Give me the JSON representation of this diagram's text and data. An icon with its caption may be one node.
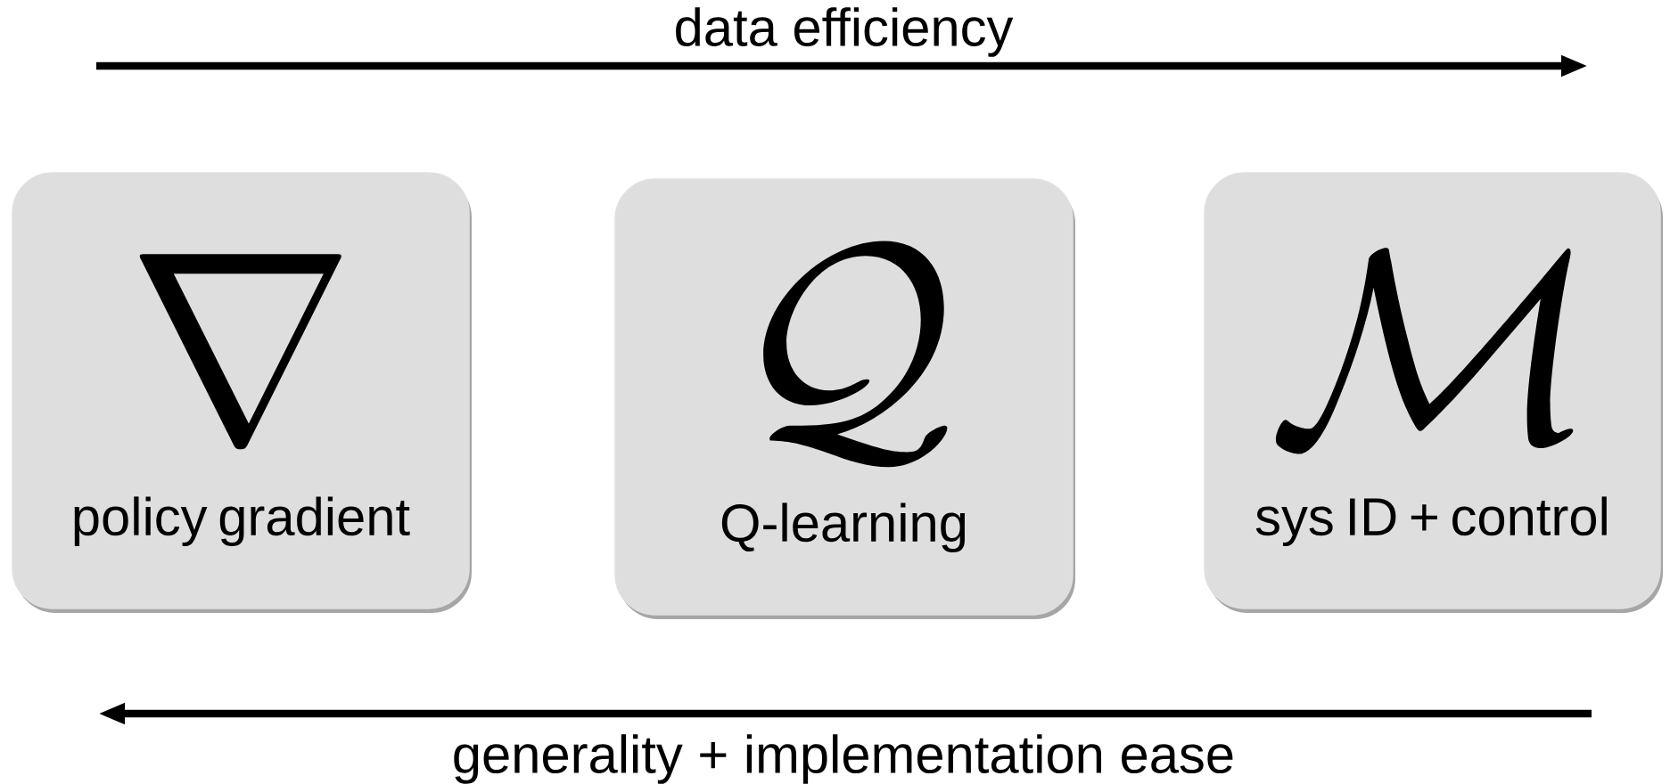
{
  "diagram": {
    "nodes": [
      {
        "text": [
          "\\nabla",
          "policy gradient"
        ]
      },
      {
        "text": [
          "\\mathcal{Q}",
          "Q-learning"
        ]
      },
      {
        "text": [
          "\\mathcal{M}",
          "sys ID + control"
        ]
      }
    ],
    "labels": [
      "data efficiency",
      "generality + implementation ease"
    ]
  }
}
